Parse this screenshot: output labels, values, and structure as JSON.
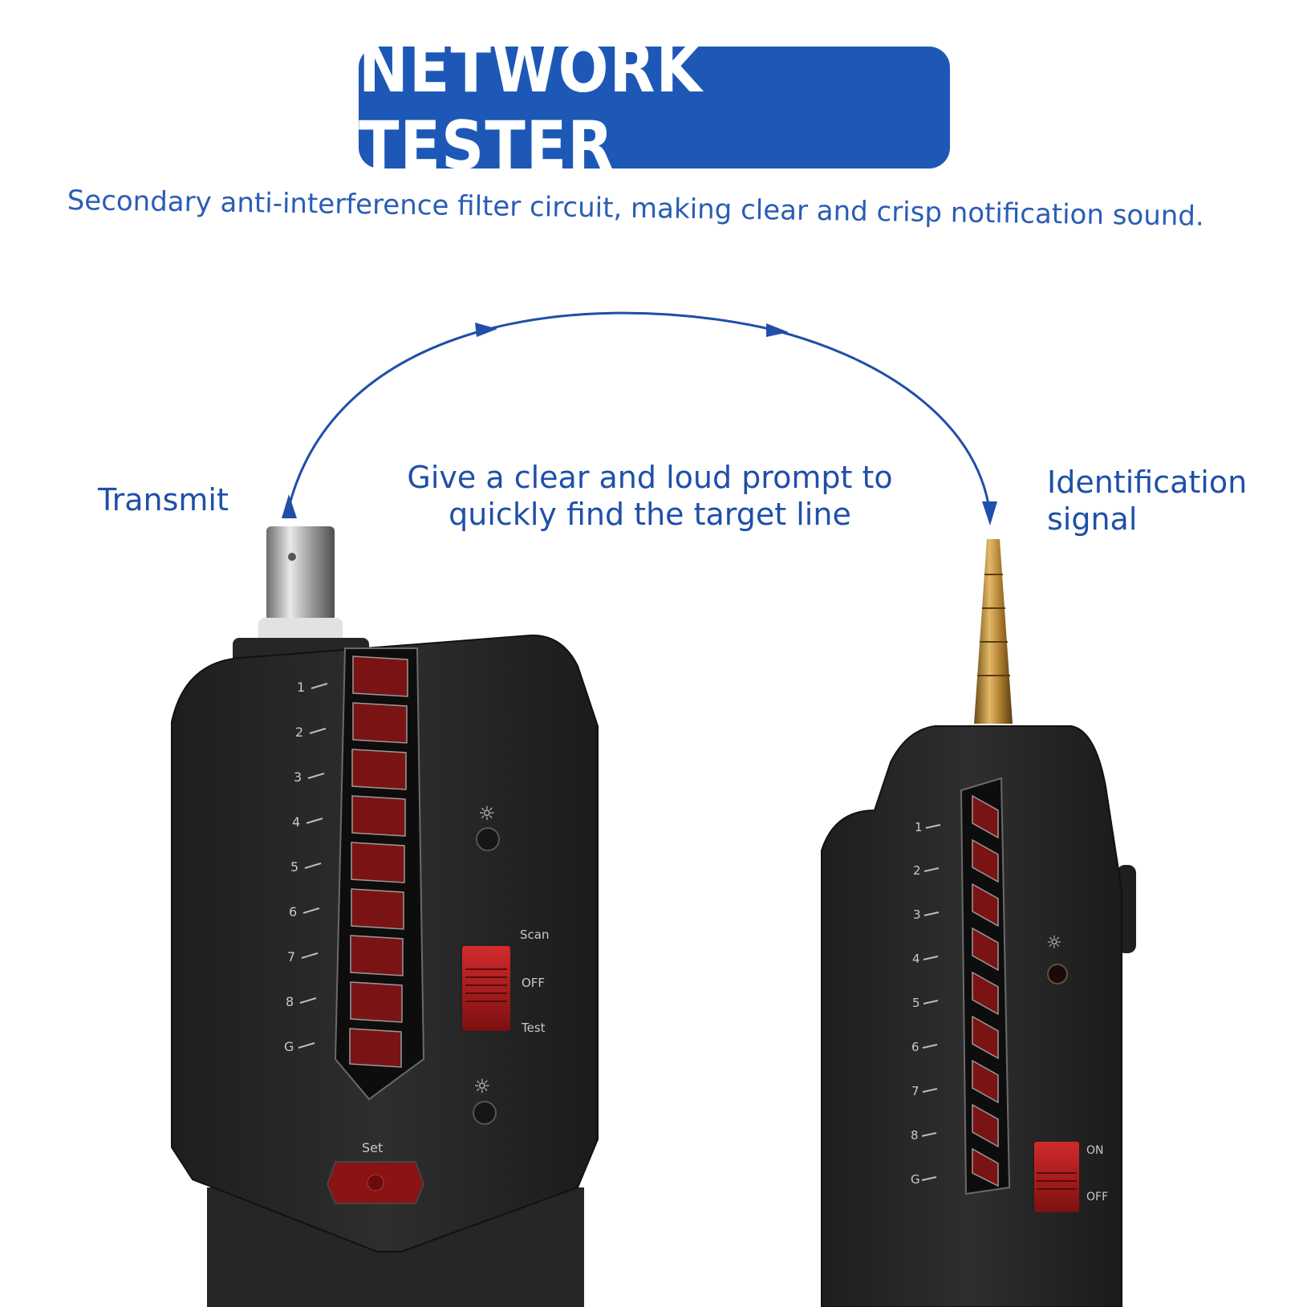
{
  "title": "NETWORK TESTER",
  "subtitle": "Secondary anti-interference filter circuit, making clear and crisp notification sound.",
  "labels": {
    "transmit": "Transmit",
    "prompt_line1": "Give a clear and loud prompt to",
    "prompt_line2": "quickly find the target line",
    "identification_line1": "Identification",
    "identification_line2": "signal"
  },
  "transmitter": {
    "channels": [
      "1",
      "2",
      "3",
      "4",
      "5",
      "6",
      "7",
      "8",
      "G"
    ],
    "switch_positions": [
      "Scan",
      "OFF",
      "Test"
    ],
    "set_button": "Set"
  },
  "receiver": {
    "channels": [
      "1",
      "2",
      "3",
      "4",
      "5",
      "6",
      "7",
      "8",
      "G"
    ],
    "switch_positions": [
      "ON",
      "OFF"
    ]
  },
  "colors": {
    "brand_blue": "#1d58b7",
    "text_blue": "#2a5db5",
    "device_body": "#2b2b2b",
    "led_red": "#8c1414"
  }
}
